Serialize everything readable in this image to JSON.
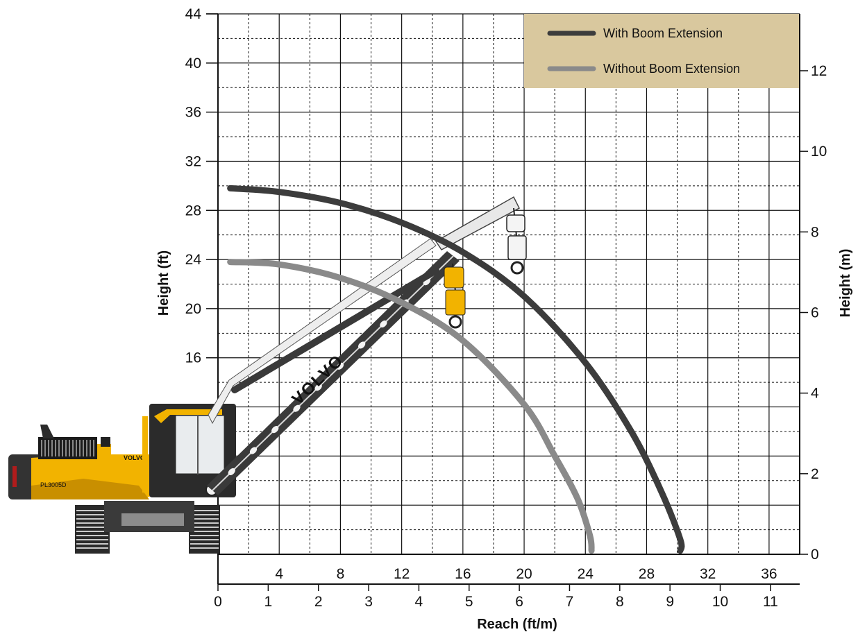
{
  "chart_data": {
    "type": "line",
    "title": "",
    "left_axis": {
      "label": "Height (ft)",
      "unit": "ft",
      "range": [
        0,
        44
      ],
      "ticks": [
        16,
        20,
        24,
        28,
        32,
        36,
        40,
        44
      ],
      "gridline_step": 2
    },
    "right_axis": {
      "label": "Height (m)",
      "unit": "m",
      "ticks": [
        0,
        2,
        4,
        6,
        8,
        10,
        12
      ]
    },
    "x_axis_ft": {
      "unit": "ft",
      "range": [
        0,
        38
      ],
      "ticks": [
        4,
        8,
        12,
        16,
        20,
        24,
        28,
        32,
        36
      ],
      "gridline_step": 2
    },
    "x_axis_m": {
      "unit": "m",
      "ticks": [
        0,
        1,
        2,
        3,
        4,
        5,
        6,
        7,
        8,
        9,
        10,
        11
      ]
    },
    "x_label": "Reach (ft/m)",
    "grid": true,
    "legend_position": "top-right",
    "series": [
      {
        "name": "With Boom Extension",
        "color": "#3c3c3c",
        "x": [
          0.8,
          4,
          8,
          12,
          16,
          20,
          24,
          27,
          29,
          30.2,
          30.2
        ],
        "y": [
          29.8,
          29.5,
          28.6,
          27,
          24.6,
          21,
          15.6,
          10,
          5,
          1.2,
          0.3
        ]
      },
      {
        "name": "Without Boom Extension",
        "color": "#8a8a8a",
        "x": [
          0.8,
          4,
          8,
          12,
          16,
          20,
          22,
          23.5,
          24.3,
          24.4
        ],
        "y": [
          23.8,
          23.6,
          22.5,
          20.5,
          17.4,
          12.2,
          8,
          4.5,
          1.5,
          0.3
        ]
      }
    ],
    "illustration": {
      "brand": "VOLVO",
      "model": "PL3005D"
    }
  }
}
